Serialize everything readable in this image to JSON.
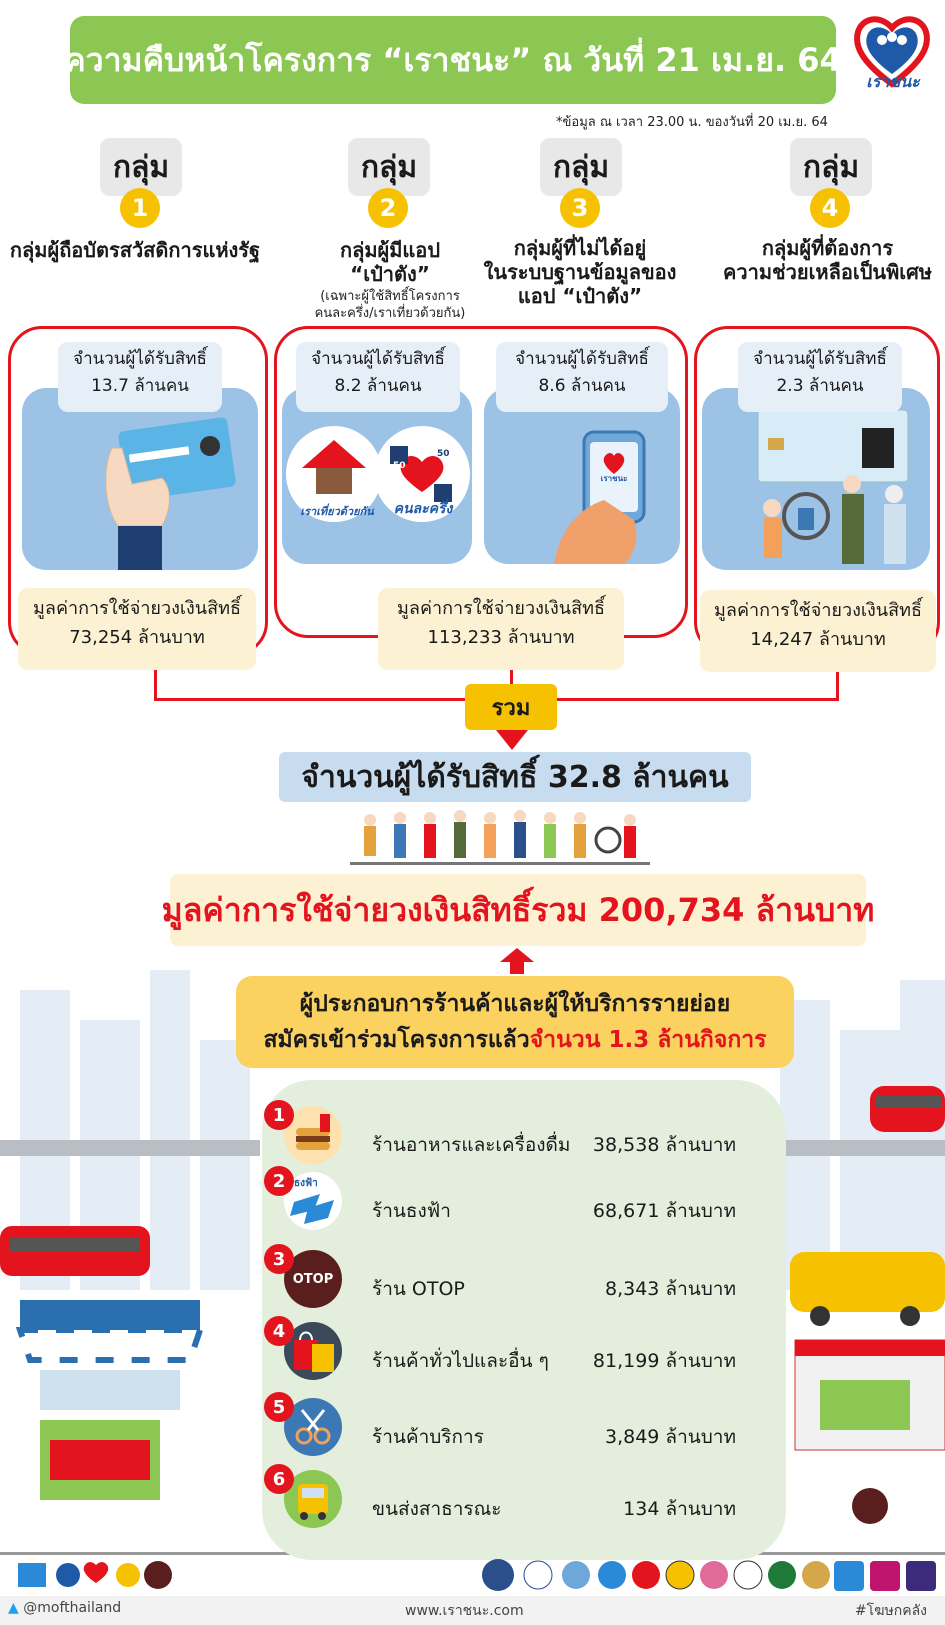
{
  "header": {
    "title": "ความคืบหน้าโครงการ “เราชนะ” ณ วันที่ 21 เม.ย. 64",
    "logo_text": "เราชนะ",
    "footnote": "*ข้อมูล ณ เวลา 23.00 น. ของวันที่ 20 เม.ย. 64"
  },
  "group_label": "กลุ่ม",
  "groups": [
    {
      "num": "1",
      "name_1": "กลุ่มผู้ถือบัตรสวัสดิการแห่งรัฐ",
      "name_2": "",
      "name_3": "",
      "sub_1": "",
      "sub_2": "",
      "count_label": "จำนวนผู้ได้รับสิทธิ์",
      "count": "13.7 ล้านคน"
    },
    {
      "num": "2",
      "name_1": "กลุ่มผู้มีแอป",
      "name_2": "“เป๋าตัง”",
      "name_3": "",
      "sub_1": "(เฉพาะผู้ใช้สิทธิ์โครงการ",
      "sub_2": "คนละครึ่ง/เราเที่ยวด้วยกัน)",
      "count_label": "จำนวนผู้ได้รับสิทธิ์",
      "count": "8.2 ล้านคน"
    },
    {
      "num": "3",
      "name_1": "กลุ่มผู้ที่ไม่ได้อยู่",
      "name_2": "ในระบบฐานข้อมูลของ",
      "name_3": "แอป “เป๋าตัง”",
      "sub_1": "",
      "sub_2": "",
      "count_label": "จำนวนผู้ได้รับสิทธิ์",
      "count": "8.6 ล้านคน"
    },
    {
      "num": "4",
      "name_1": "กลุ่มผู้ที่ต้องการ",
      "name_2": "ความช่วยเหลือเป็นพิเศษ",
      "name_3": "",
      "sub_1": "",
      "sub_2": "",
      "count_label": "จำนวนผู้ได้รับสิทธิ์",
      "count": "2.3 ล้านคน"
    }
  ],
  "app_logos": {
    "rao_tiew": "เราเที่ยวด้วยกัน",
    "khon_la_khrueng": "คนละครึ่ง",
    "fifty": "50",
    "phone_logo": "เราชนะ"
  },
  "spending": [
    {
      "label": "มูลค่าการใช้จ่ายวงเงินสิทธิ์",
      "value": "73,254 ล้านบาท"
    },
    {
      "label": "มูลค่าการใช้จ่ายวงเงินสิทธิ์",
      "value": "113,233 ล้านบาท"
    },
    {
      "label": "มูลค่าการใช้จ่ายวงเงินสิทธิ์",
      "value": "14,247 ล้านบาท"
    }
  ],
  "summary": {
    "sum_label": "รวม",
    "total_people": "จำนวนผู้ได้รับสิทธิ์ 32.8 ล้านคน",
    "total_value": "มูลค่าการใช้จ่ายวงเงินสิทธิ์รวม 200,734 ล้านบาท"
  },
  "merchants": {
    "line1": "ผู้ประกอบการร้านค้าและผู้ให้บริการรายย่อย",
    "line2": "สมัครเข้าร่วมโครงการแล้ว",
    "line2_highlight": "จำนวน 1.3 ล้านกิจการ"
  },
  "shops": [
    {
      "num": "1",
      "name": "ร้านอาหารและเครื่องดื่ม",
      "value": "38,538 ล้านบาท",
      "icon": "burger-icon"
    },
    {
      "num": "2",
      "name": "ร้านธงฟ้า",
      "value": "68,671 ล้านบาท",
      "icon": "blue-flag-icon",
      "icon_text": "ธงฟ้า"
    },
    {
      "num": "3",
      "name": "ร้าน OTOP",
      "value": "8,343 ล้านบาท",
      "icon": "otop-icon",
      "icon_text": "OTOP"
    },
    {
      "num": "4",
      "name": "ร้านค้าทั่วไปและอื่น ๆ",
      "value": "81,199 ล้านบาท",
      "icon": "shopping-bag-icon"
    },
    {
      "num": "5",
      "name": "ร้านค้าบริการ",
      "value": "3,849 ล้านบาท",
      "icon": "scissors-icon"
    },
    {
      "num": "6",
      "name": "ขนส่งสาธารณะ",
      "value": "134 ล้านบาท",
      "icon": "bus-icon"
    }
  ],
  "footer": {
    "twitter": "@mofthailand",
    "website": "www.เราชนะ.com",
    "hashtag": "#โฆษกคลัง"
  },
  "colors": {
    "accent_green": "#8cc653",
    "accent_red": "#e3141d",
    "accent_yellow": "#f6c100",
    "panel_blue": "#9cc3e6"
  }
}
